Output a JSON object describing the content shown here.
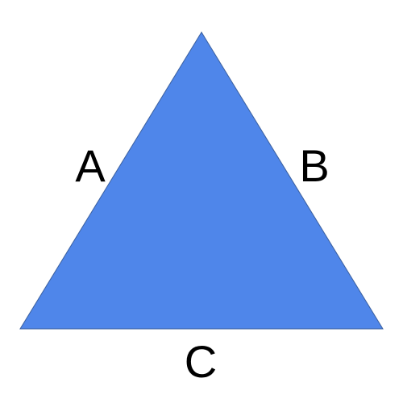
{
  "diagram": {
    "shape": "triangle",
    "fill_color": "#4f86ea",
    "stroke_color": "#3a5f9e",
    "sides": {
      "left": "A",
      "right": "B",
      "bottom": "C"
    }
  }
}
